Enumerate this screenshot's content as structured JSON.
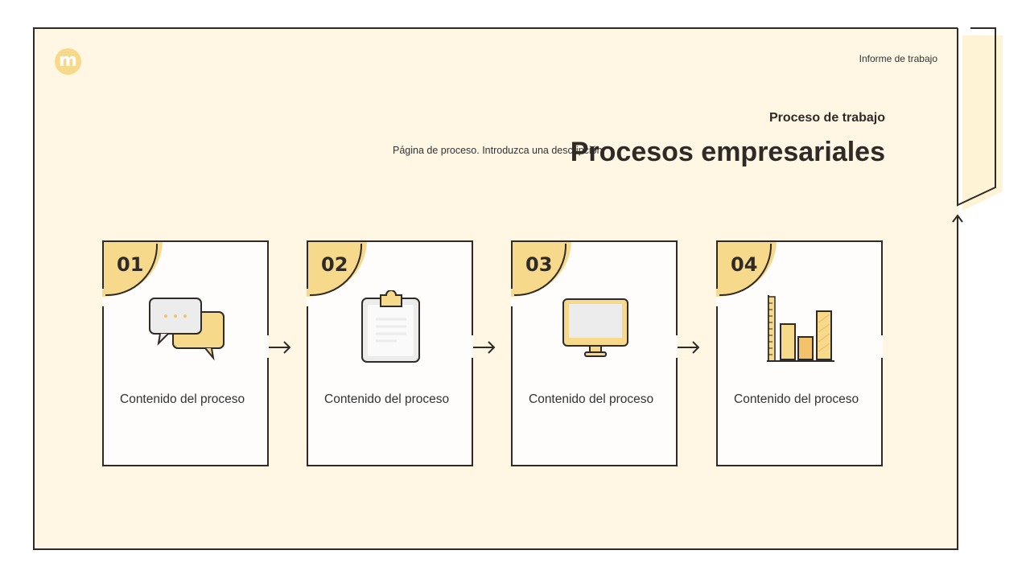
{
  "header": {
    "logo_letter": "m",
    "report_label": "Informe de trabajo"
  },
  "hero": {
    "kicker": "Proceso de trabajo",
    "title": "Procesos empresariales",
    "subtitle": "Página de proceso. Introduzca una descripción."
  },
  "steps": [
    {
      "number": "01",
      "text": "Contenido del proceso",
      "icon": "chat-bubbles-icon"
    },
    {
      "number": "02",
      "text": "Contenido del proceso",
      "icon": "clipboard-icon"
    },
    {
      "number": "03",
      "text": "Contenido del proceso",
      "icon": "monitor-icon"
    },
    {
      "number": "04",
      "text": "Contenido del proceso",
      "icon": "bar-chart-icon"
    }
  ],
  "colors": {
    "background": "#fff7e4",
    "accent": "#f7d98b",
    "accent_dark": "#f3c26a",
    "stroke": "#2f2a26"
  }
}
